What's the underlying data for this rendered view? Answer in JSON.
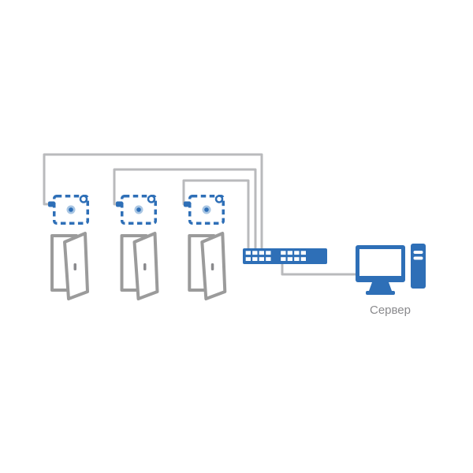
{
  "colors": {
    "device_blue": "#2e6fb7",
    "halo_light_blue": "#a9c6e3",
    "cable_gray": "#b9babc",
    "door_gray": "#9b9b9b",
    "label_gray": "#8a8a8d"
  },
  "diagram": {
    "server_label": "Сервер",
    "nodes": [
      {
        "name": "controller-board-1",
        "type": "access-controller-icon"
      },
      {
        "name": "controller-board-2",
        "type": "access-controller-icon"
      },
      {
        "name": "controller-board-3",
        "type": "access-controller-icon"
      },
      {
        "name": "door-1",
        "type": "open-door-icon"
      },
      {
        "name": "door-2",
        "type": "open-door-icon"
      },
      {
        "name": "door-3",
        "type": "open-door-icon"
      },
      {
        "name": "network-switch",
        "type": "switch-panel-icon",
        "visible_ports": 16
      },
      {
        "name": "server",
        "type": "computer-icon",
        "label": "Сервер"
      }
    ],
    "connections": [
      {
        "from": "controller-board-1",
        "to": "network-switch"
      },
      {
        "from": "controller-board-2",
        "to": "network-switch"
      },
      {
        "from": "controller-board-3",
        "to": "network-switch"
      },
      {
        "from": "network-switch",
        "to": "server"
      }
    ]
  }
}
